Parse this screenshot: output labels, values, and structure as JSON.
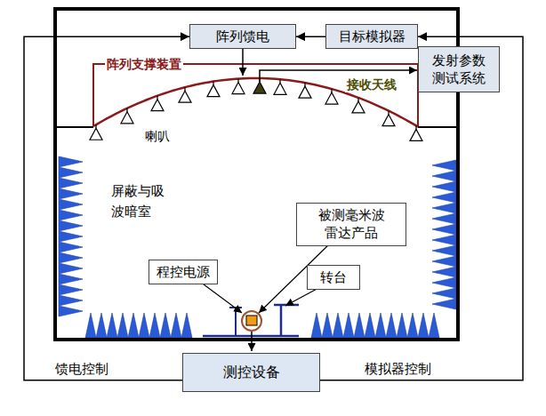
{
  "diagram": {
    "nodes": [
      {
        "text": [
          "阵列馈电"
        ]
      },
      {
        "text": [
          "目标模拟器"
        ]
      },
      {
        "text": [
          "发射参数 测试系统"
        ]
      },
      {
        "text": [
          "被测毫米波 雷达产品"
        ]
      },
      {
        "text": [
          "程控电源"
        ]
      },
      {
        "text": [
          "转台"
        ]
      },
      {
        "text": [
          "测控设备"
        ]
      }
    ],
    "edges": [
      {
        "from": 1,
        "to": 0,
        "arrow": "to"
      },
      {
        "from": 6,
        "to": 0,
        "label": "馈电控制",
        "arrow": "to"
      },
      {
        "from": 6,
        "to": 1,
        "label": "模拟器控制",
        "arrow": "to"
      }
    ],
    "labels": [
      "阵列支撑装置",
      "接收天线",
      "喇叭",
      "屏蔽与吸 波暗室"
    ]
  }
}
